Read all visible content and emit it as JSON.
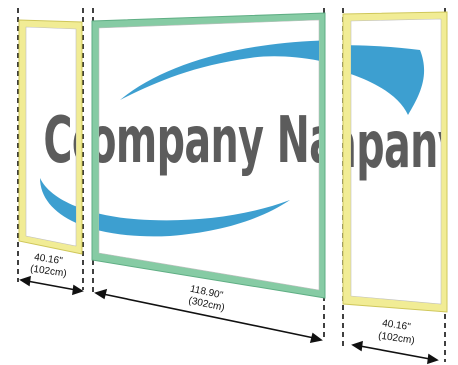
{
  "logo": {
    "company_name": "Company Name",
    "swoosh_color": "#3d9fd0",
    "text_color": "#5c5c5c"
  },
  "panels": {
    "left": {
      "frame_color": "#f1ec95",
      "frame_stroke": "#cfc75a"
    },
    "center": {
      "frame_color": "#86cba4",
      "frame_stroke": "#5fae84"
    },
    "right": {
      "frame_color": "#f1ec95",
      "frame_stroke": "#cfc75a"
    }
  },
  "dimensions": {
    "left": {
      "inches": "40.16\"",
      "cm": "(102cm)"
    },
    "center": {
      "inches": "118.90\"",
      "cm": "(302cm)"
    },
    "right": {
      "inches": "40.16\"",
      "cm": "(102cm)"
    }
  }
}
